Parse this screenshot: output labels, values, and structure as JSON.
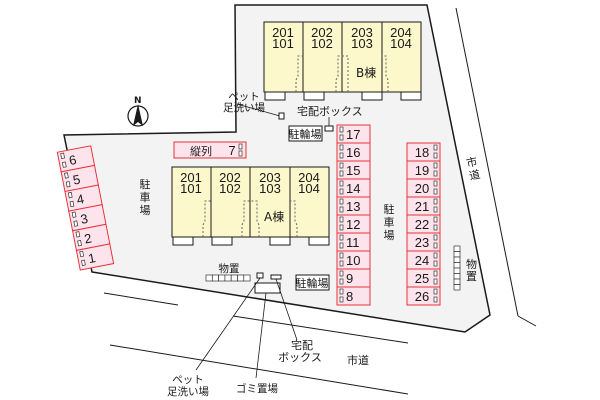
{
  "colors": {
    "lot_fill": "#f3f3f3",
    "building_fill": "#fdf8cc",
    "parking_fill": "#fde4ec",
    "parking_stroke": "#e8333b",
    "line": "#1a1a1a"
  },
  "compass": {
    "label": "N"
  },
  "building_b": {
    "label": "B棟",
    "units": [
      {
        "upper": "201",
        "lower": "101"
      },
      {
        "upper": "202",
        "lower": "102"
      },
      {
        "upper": "203",
        "lower": "103"
      },
      {
        "upper": "204",
        "lower": "104"
      }
    ]
  },
  "building_a": {
    "label": "A棟",
    "units": [
      {
        "upper": "201",
        "lower": "101"
      },
      {
        "upper": "202",
        "lower": "102"
      },
      {
        "upper": "203",
        "lower": "103"
      },
      {
        "upper": "204",
        "lower": "104"
      }
    ]
  },
  "labels": {
    "pet_wash_top_line1": "ペット",
    "pet_wash_top_line2": "足洗い場",
    "delivery_box_top": "宅配ボックス",
    "bicycle_parking_top": "駐輪場",
    "tandem": "縦列",
    "tandem_number": "7",
    "parking_left_1": "駐",
    "parking_left_2": "車",
    "parking_left_3": "場",
    "parking_right_1": "駐",
    "parking_right_2": "車",
    "parking_right_3": "場",
    "storage_bottom": "物置",
    "storage_right_1": "物",
    "storage_right_2": "置",
    "bicycle_parking_bottom": "駐輪場",
    "delivery_box_bottom_line1": "宅配",
    "delivery_box_bottom_line2": "ボックス",
    "pet_wash_bottom_line1": "ペット",
    "pet_wash_bottom_line2": "足洗い場",
    "garbage": "ゴミ置場",
    "city_road_bottom": "市道",
    "city_road_right_1": "市",
    "city_road_right_2": "道"
  },
  "parking_left": [
    "6",
    "5",
    "4",
    "3",
    "2",
    "1"
  ],
  "parking_center": [
    "17",
    "16",
    "15",
    "14",
    "13",
    "12",
    "11",
    "10",
    "9",
    "8"
  ],
  "parking_right": [
    "18",
    "19",
    "20",
    "21",
    "22",
    "23",
    "24",
    "25",
    "26"
  ]
}
